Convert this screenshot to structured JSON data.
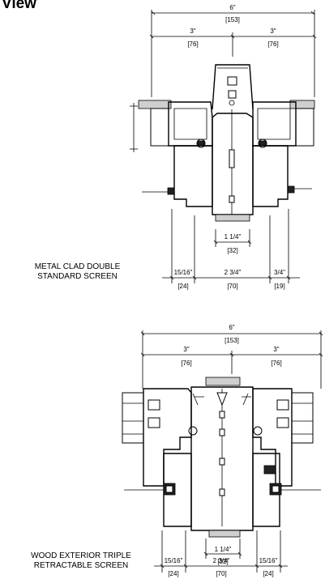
{
  "page": {
    "title": "View"
  },
  "section_top": {
    "caption_line1": "METAL CLAD DOUBLE",
    "caption_line2": "STANDARD SCREEN",
    "overall_width": "6\"",
    "overall_width_mm": "[153]",
    "half_left": "3\"",
    "half_left_mm": "[76]",
    "half_right": "3\"",
    "half_right_mm": "[76]",
    "center_small": "1 1/4\"",
    "center_small_mm": "[32]",
    "left_offset": "15/16\"",
    "left_offset_mm": "[24]",
    "center_width": "2 3/4\"",
    "center_width_mm": "[70]",
    "right_offset": "3/4\"",
    "right_offset_mm": "[19]"
  },
  "section_bottom": {
    "caption_line1": "WOOD EXTERIOR TRIPLE",
    "caption_line2": "RETRACTABLE SCREEN",
    "overall_width": "6\"",
    "overall_width_mm": "[153]",
    "half_left": "3\"",
    "half_left_mm": "[76]",
    "half_right": "3\"",
    "half_right_mm": "[76]",
    "center_small": "1 1/4\"",
    "center_small_mm": "[32]",
    "left_offset": "15/16\"",
    "left_offset_mm": "[24]",
    "center_width": "2 3/4\"",
    "center_width_mm": "[70]",
    "right_offset": "15/16\"",
    "right_offset_mm": "[24]"
  }
}
